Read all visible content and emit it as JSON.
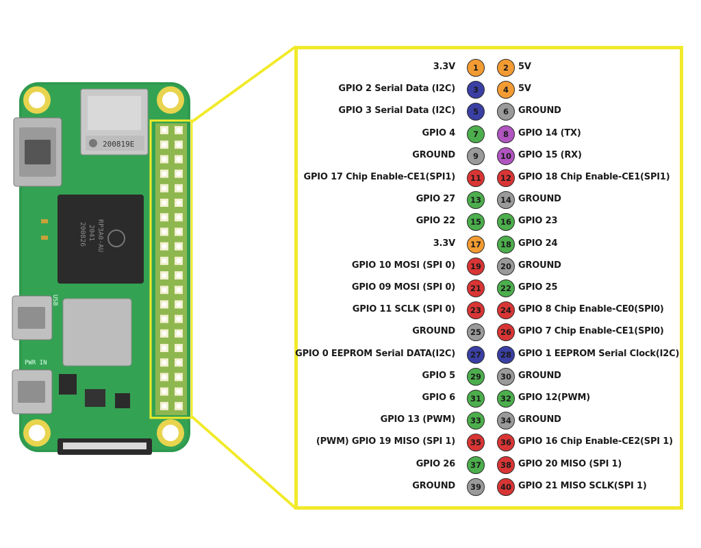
{
  "colors": {
    "power3v3": "#f29b32",
    "power5v": "#f29b32",
    "i2c": "#3a3fa3",
    "ground": "#9a9a9a",
    "gpio": "#4cae4c",
    "uart": "#b055c0",
    "spi": "#d93535",
    "highlight": "#f1ea2a"
  },
  "board": {
    "sd_slot_marking": "200819E",
    "soc_marking_1": "RP3A0-AU",
    "soc_marking_2": "2041",
    "soc_marking_3": "200826",
    "usb_label": "USB",
    "pwr_label": "PWR IN"
  },
  "pins": [
    {
      "num": "1",
      "label": "3.3V",
      "kind": "power3v3"
    },
    {
      "num": "2",
      "label": "5V",
      "kind": "power5v"
    },
    {
      "num": "3",
      "label": "GPIO 2 Serial Data (I2C)",
      "kind": "i2c"
    },
    {
      "num": "4",
      "label": "5V",
      "kind": "power5v"
    },
    {
      "num": "5",
      "label": "GPIO 3 Serial Data (I2C)",
      "kind": "i2c"
    },
    {
      "num": "6",
      "label": "GROUND",
      "kind": "ground"
    },
    {
      "num": "7",
      "label": "GPIO 4",
      "kind": "gpio"
    },
    {
      "num": "8",
      "label": "GPIO 14 (TX)",
      "kind": "uart"
    },
    {
      "num": "9",
      "label": "GROUND",
      "kind": "ground"
    },
    {
      "num": "10",
      "label": "GPIO 15 (RX)",
      "kind": "uart"
    },
    {
      "num": "11",
      "label": "GPIO 17 Chip Enable-CE1(SPI1)",
      "kind": "spi"
    },
    {
      "num": "12",
      "label": "GPIO 18 Chip Enable-CE1(SPI1)",
      "kind": "spi"
    },
    {
      "num": "13",
      "label": "GPIO 27",
      "kind": "gpio"
    },
    {
      "num": "14",
      "label": "GROUND",
      "kind": "ground"
    },
    {
      "num": "15",
      "label": "GPIO 22",
      "kind": "gpio"
    },
    {
      "num": "16",
      "label": "GPIO 23",
      "kind": "gpio"
    },
    {
      "num": "17",
      "label": "3.3V",
      "kind": "power3v3"
    },
    {
      "num": "18",
      "label": "GPIO 24",
      "kind": "gpio"
    },
    {
      "num": "19",
      "label": "GPIO 10 MOSI (SPI 0)",
      "kind": "spi"
    },
    {
      "num": "20",
      "label": "GROUND",
      "kind": "ground"
    },
    {
      "num": "21",
      "label": "GPIO 09 MOSI (SPI 0)",
      "kind": "spi"
    },
    {
      "num": "22",
      "label": "GPIO 25",
      "kind": "gpio"
    },
    {
      "num": "23",
      "label": "GPIO 11 SCLK (SPI 0)",
      "kind": "spi"
    },
    {
      "num": "24",
      "label": "GPIO 8 Chip Enable-CE0(SPI0)",
      "kind": "spi"
    },
    {
      "num": "25",
      "label": "GROUND",
      "kind": "ground"
    },
    {
      "num": "26",
      "label": "GPIO 7 Chip Enable-CE1(SPI0)",
      "kind": "spi"
    },
    {
      "num": "27",
      "label": "GPIO 0 EEPROM Serial DATA(I2C)",
      "kind": "i2c"
    },
    {
      "num": "28",
      "label": "GPIO 1 EEPROM Serial Clock(I2C)",
      "kind": "i2c"
    },
    {
      "num": "29",
      "label": "GPIO 5",
      "kind": "gpio"
    },
    {
      "num": "30",
      "label": "GROUND",
      "kind": "ground"
    },
    {
      "num": "31",
      "label": "GPIO 6",
      "kind": "gpio"
    },
    {
      "num": "32",
      "label": "GPIO 12(PWM)",
      "kind": "gpio"
    },
    {
      "num": "33",
      "label": "GPIO 13 (PWM)",
      "kind": "gpio"
    },
    {
      "num": "34",
      "label": "GROUND",
      "kind": "ground"
    },
    {
      "num": "35",
      "label": "(PWM) GPIO 19 MISO (SPI 1)",
      "kind": "spi"
    },
    {
      "num": "36",
      "label": "GPIO 16 Chip Enable-CE2(SPI 1)",
      "kind": "spi"
    },
    {
      "num": "37",
      "label": "GPIO 26",
      "kind": "gpio"
    },
    {
      "num": "38",
      "label": "GPIO 20 MISO (SPI 1)",
      "kind": "spi"
    },
    {
      "num": "39",
      "label": "GROUND",
      "kind": "ground"
    },
    {
      "num": "40",
      "label": "GPIO 21 MISO SCLK(SPI 1)",
      "kind": "spi"
    }
  ]
}
